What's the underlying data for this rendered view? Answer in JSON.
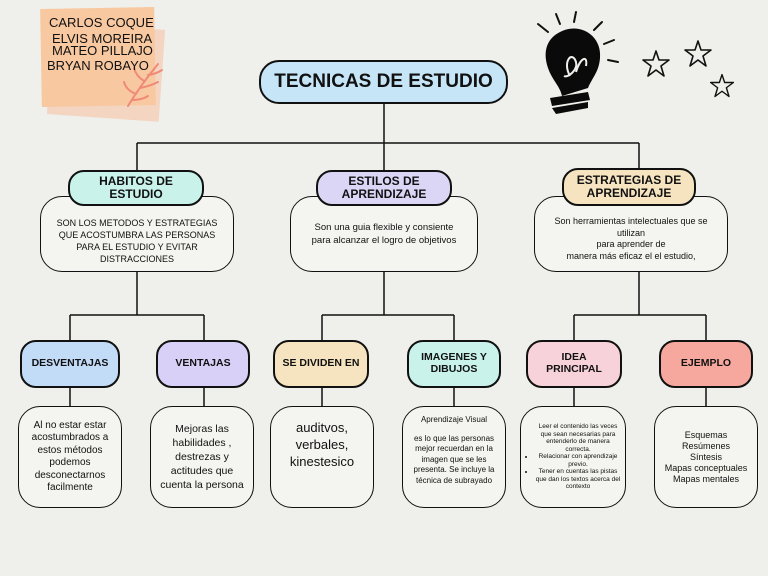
{
  "authors": [
    "CARLOS COQUE",
    "ELVIS MOREIRA",
    "MATEO PILLAJO",
    "BRYAN ROBAYO"
  ],
  "title": "TECNICAS DE ESTUDIO",
  "branches": {
    "habitos": {
      "label_lines": [
        "HABITOS DE",
        "ESTUDIO"
      ],
      "desc_lines": [
        "SON LOS METODOS Y ESTRATEGIAS",
        "QUE ACOSTUMBRA LAS PERSONAS",
        "PARA EL ESTUDIO Y EVITAR",
        "DISTRACCIONES"
      ],
      "color": "#c8f2ea"
    },
    "estilos": {
      "label_lines": [
        "ESTILOS DE",
        "APRENDIZAJE"
      ],
      "desc_lines": [
        "Son una guia flexible y consiente",
        "para alcanzar el logro de objetivos"
      ],
      "color": "#dcd6f6"
    },
    "estrategias": {
      "label_lines": [
        "ESTRATEGIAS DE",
        "APRENDIZAJE"
      ],
      "desc_lines": [
        "Son herramientas intelectuales que se",
        "utilizan",
        "para aprender de",
        "manera más eficaz el el estudio,"
      ],
      "color": "#f6e4c0"
    }
  },
  "subnodes": {
    "desventajas": {
      "label_lines": [
        "DESVENTAJAS"
      ],
      "color": "#c2dcf8",
      "text_lines": [
        "Al no estar estar",
        "acostumbrados a",
        "estos métodos",
        "podemos",
        "desconectarnos",
        "facilmente"
      ]
    },
    "ventajas": {
      "label_lines": [
        "VENTAJAS"
      ],
      "color": "#d8d0f6",
      "text_lines": [
        "Mejoras las",
        "habilidades ,",
        "destrezas y",
        "actitudes que",
        "cuenta la persona"
      ]
    },
    "se_dividen": {
      "label_lines": [
        "SE DIVIDEN EN"
      ],
      "color": "#f6e4c0",
      "text_lines": [
        "auditvos,",
        "verbales,",
        "kinestesico"
      ]
    },
    "imagenes": {
      "label_lines": [
        "IMAGENES Y",
        "DIBUJOS"
      ],
      "color": "#c8f2ea",
      "title": "Aprendizaje Visual",
      "text_lines": [
        "es lo que las personas",
        "mejor recuerdan en la",
        "imagen  que se les",
        "presenta. Se incluye la",
        "técnica de subrayado"
      ]
    },
    "idea": {
      "label_lines": [
        "IDEA",
        "PRINCIPAL"
      ],
      "color": "#f8d2da",
      "items": [
        "Leer el contenido las veces que sean necesarias para entenderlo de manera correcta.",
        "Relacionar con aprendizaje previo.",
        "Tener en cuentas las pistas que dan los textos acerca del contexto"
      ]
    },
    "ejemplo": {
      "label_lines": [
        "EJEMPLO"
      ],
      "color": "#f6a89e",
      "text_lines": [
        "Esquemas",
        "Resúmenes",
        "Síntesis",
        "Mapas conceptuales",
        "Mapas mentales"
      ]
    }
  },
  "decor": {
    "icons": [
      "lightbulb-icon",
      "star-icon",
      "leaf-icon"
    ]
  }
}
